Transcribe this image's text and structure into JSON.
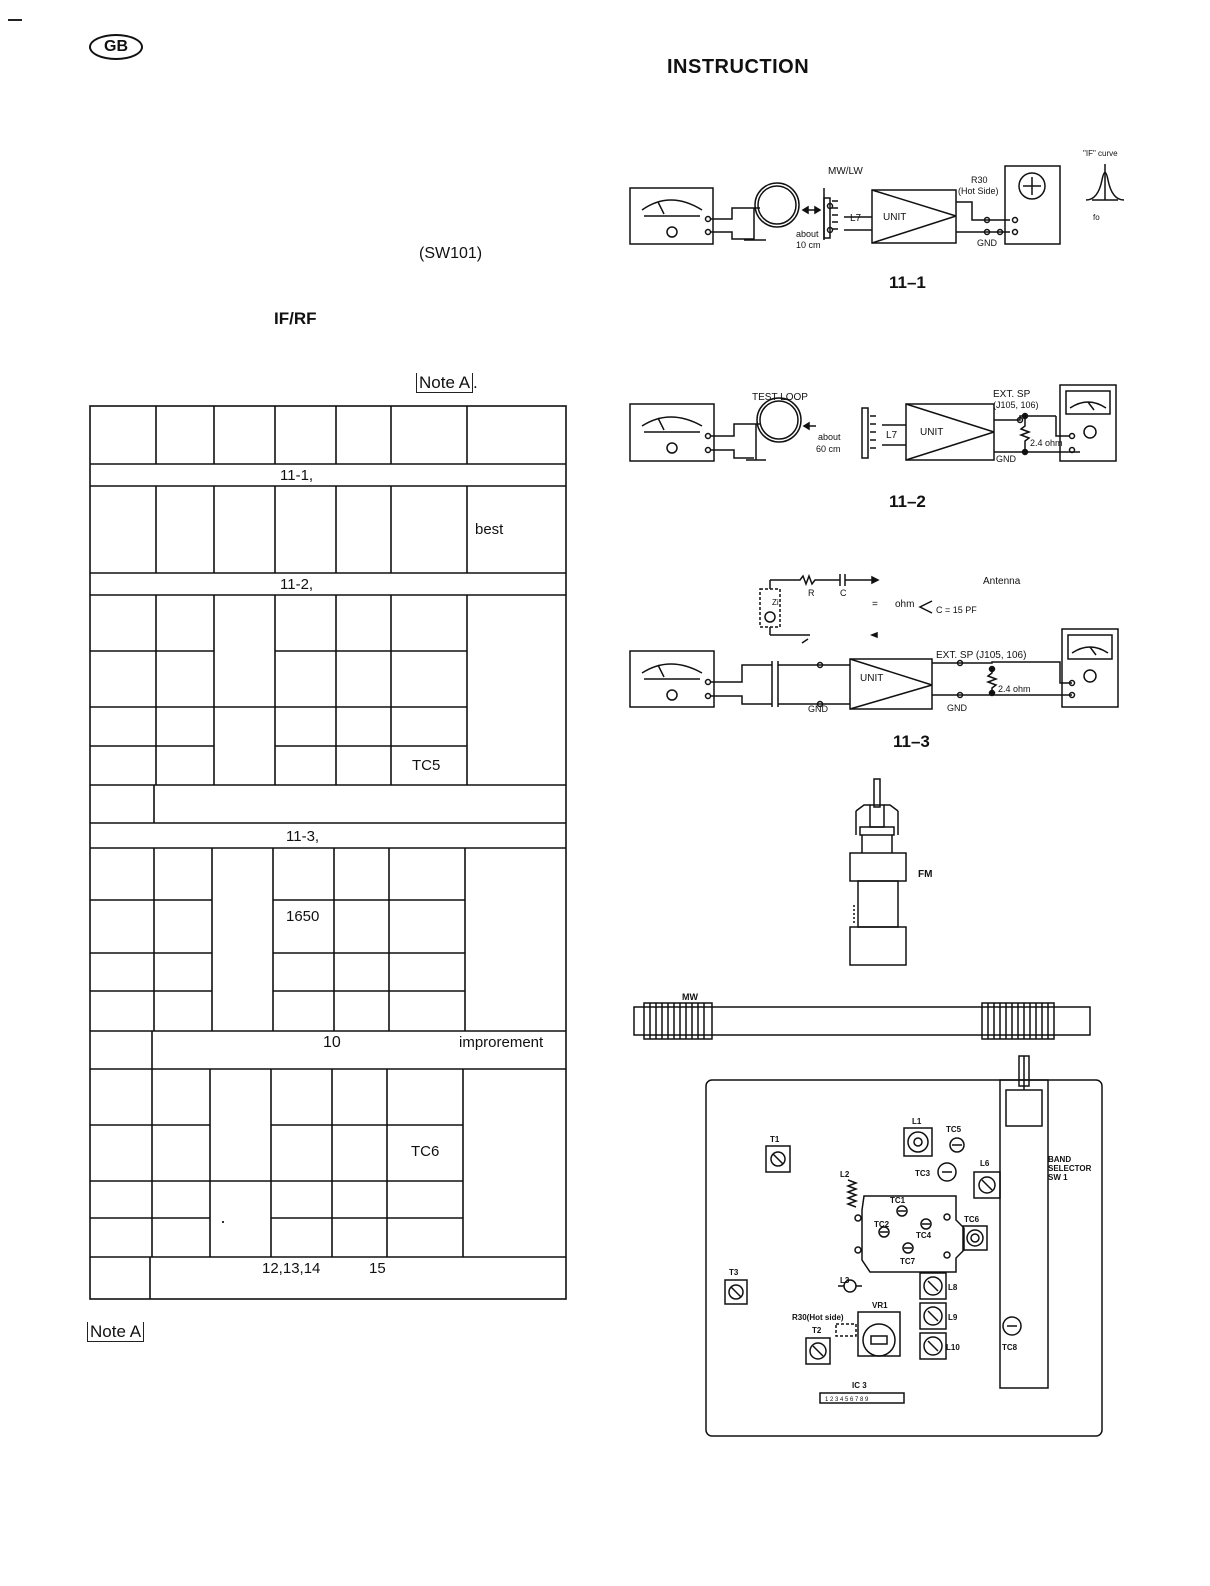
{
  "header": {
    "badge": "GB",
    "title": "INSTRUCTION"
  },
  "left_text": {
    "switch_ref": "(SW101)",
    "mode": "IF/RF",
    "note_ref": "Note A",
    "note_ref_suffix": "."
  },
  "table": {
    "rows": [
      {
        "text": "11-1,"
      },
      {
        "text": "best"
      },
      {
        "text": "11-2,"
      },
      {
        "text": "TC5"
      },
      {
        "text": "11-3,"
      },
      {
        "text": "1650"
      },
      {
        "text": "10"
      },
      {
        "text": "improrement"
      },
      {
        "text": "TC6"
      },
      {
        "text": "12,13,14"
      },
      {
        "text": "15"
      }
    ]
  },
  "note_footer": "Note A",
  "figures": {
    "fig1": {
      "caption": "11–1",
      "label_mwlw": "MW/LW",
      "label_r30": "R30",
      "label_hot_side": "(Hot Side)",
      "label_if_curve": "\"IF\" curve",
      "label_fo": "fo",
      "label_l7": "L7",
      "label_unit": "UNIT",
      "label_about": "about",
      "label_distance": "10 cm",
      "label_gnd": "GND"
    },
    "fig2": {
      "caption": "11–2",
      "label_test_loop": "TEST LOOP",
      "label_ext_sp": "EXT. SP",
      "label_jack": "(J105, 106)",
      "label_about": "about",
      "label_distance": "60 cm",
      "label_l7": "L7",
      "label_unit": "UNIT",
      "label_load": "2.4 ohm",
      "label_gnd": "GND"
    },
    "fig3": {
      "caption": "11–3",
      "label_antenna": "Antenna",
      "label_r": "R",
      "label_c": "C",
      "label_zi": "Zi",
      "label_eq": "=",
      "label_ohm": "ohm",
      "label_c15": "C = 15 PF",
      "label_ext_sp": "EXT. SP (J105, 106)",
      "label_unit": "UNIT",
      "label_load": "2.4 ohm",
      "label_gnd1": "GND",
      "label_gnd2": "GND"
    },
    "fm_coil": {
      "label": "FM"
    },
    "bar_antenna": {
      "label": "MW"
    },
    "pcb": {
      "labels": {
        "t1": "T1",
        "t2": "T2",
        "t3": "T3",
        "l1": "L1",
        "l2": "L2",
        "l3": "L3",
        "l6": "L6",
        "l8": "L8",
        "l9": "L9",
        "l10": "L10",
        "tc1": "TC1",
        "tc2": "TC2",
        "tc3": "TC3",
        "tc4": "TC4",
        "tc5": "TC5",
        "tc6": "TC6",
        "tc7": "TC7",
        "tc8": "TC8",
        "vr1": "VR1",
        "r30": "R30(Hot side)",
        "ic3": "IC 3",
        "ic3_pins": "1 2 3 4 5 6 7 8 9",
        "band_selector_1": "BAND",
        "band_selector_2": "SELECTOR",
        "band_selector_3": "SW 1"
      }
    }
  }
}
